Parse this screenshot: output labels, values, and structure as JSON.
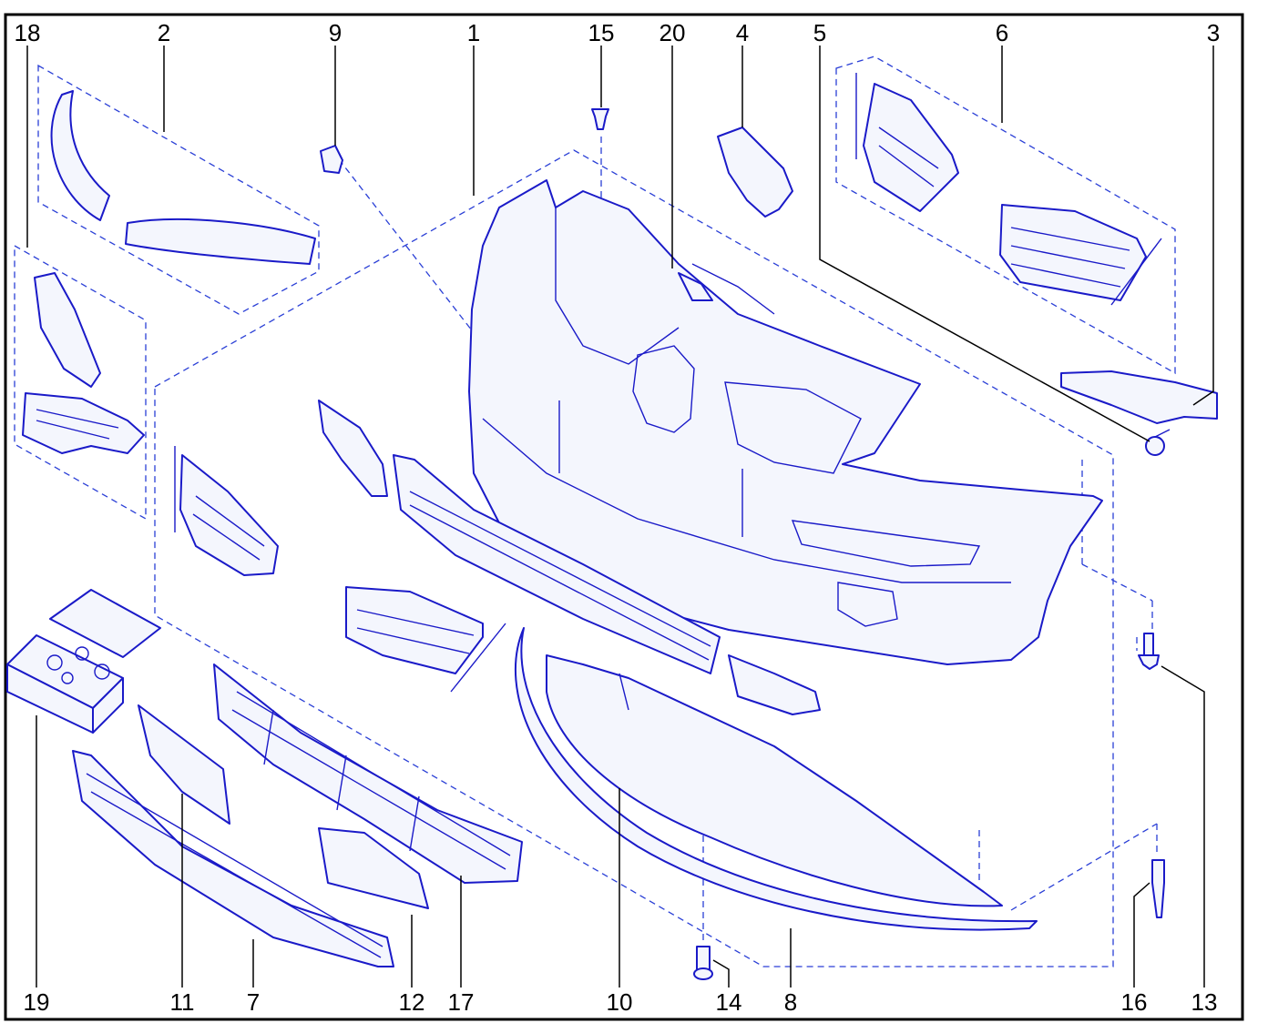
{
  "callouts": {
    "c1": "1",
    "c2": "2",
    "c3": "3",
    "c4": "4",
    "c5": "5",
    "c6": "6",
    "c7": "7",
    "c8": "8",
    "c9": "9",
    "c10": "10",
    "c11": "11",
    "c12": "12",
    "c13": "13",
    "c14": "14",
    "c15": "15",
    "c16": "16",
    "c17": "17",
    "c18": "18",
    "c19": "19",
    "c20": "20"
  },
  "colors": {
    "line": "#1a1ac8",
    "dash": "#2a3fd6",
    "text": "#000000",
    "frame": "#000000"
  }
}
